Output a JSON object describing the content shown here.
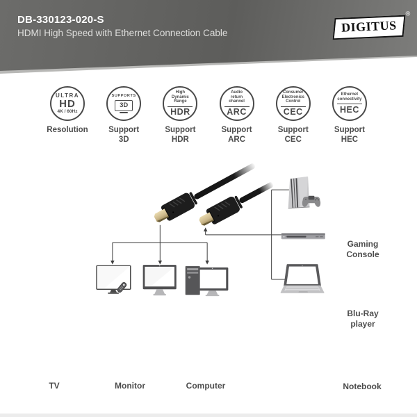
{
  "header": {
    "model": "DB-330123-020-S",
    "subtitle": "HDMI High Speed with Ethernet Connection Cable",
    "brand": "DIGITUS",
    "brand_mark": "®"
  },
  "features": [
    {
      "line1": "ULTRA",
      "line2": "HD",
      "line3": "4K / 60Hz",
      "label": "Resolution"
    },
    {
      "top": "SUPPORTS",
      "icon_text": "3D",
      "label": "Support\n3D"
    },
    {
      "desc": "High\nDynamic\nRange",
      "acronym": "HDR",
      "label": "Support\nHDR"
    },
    {
      "desc": "Audio\nreturn\nchannel",
      "acronym": "ARC",
      "label": "Support\nARC"
    },
    {
      "desc": "Consumer\nElectronics\nControl",
      "acronym": "CEC",
      "label": "Support\nCEC"
    },
    {
      "desc": "Ethernet\nconnectivity",
      "acronym": "HEC",
      "label": "Support\nHEC"
    }
  ],
  "diagram": {
    "devices": [
      {
        "id": "tv",
        "label": "TV"
      },
      {
        "id": "monitor",
        "label": "Monitor"
      },
      {
        "id": "computer",
        "label": "Computer"
      },
      {
        "id": "gaming-console",
        "label": "Gaming\nConsole"
      },
      {
        "id": "blu-ray-player",
        "label": "Blu-Ray\nplayer"
      },
      {
        "id": "notebook",
        "label": "Notebook"
      }
    ]
  },
  "colors": {
    "header_dark": "#5e5e5c",
    "label_text": "#4d4d4d",
    "line": "#3d3d3d",
    "connector_gold": "#cdb98c"
  }
}
